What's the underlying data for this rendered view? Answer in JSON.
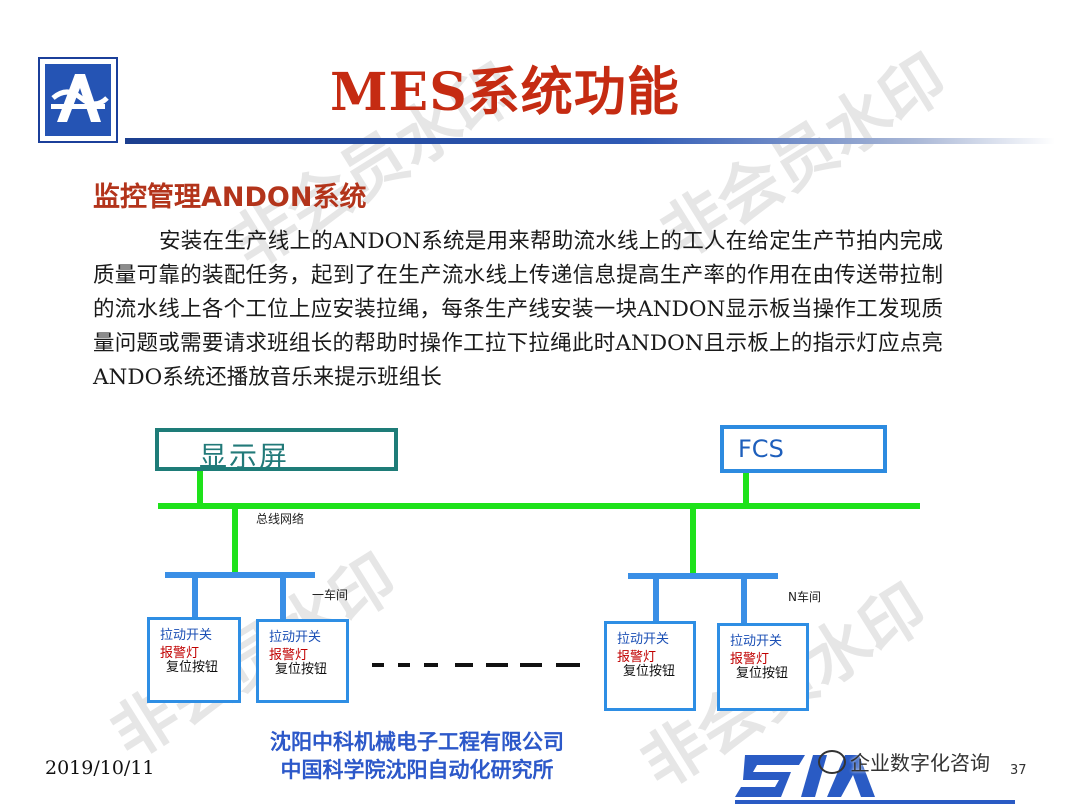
{
  "slide": {
    "title": "MES系统功能",
    "section_heading": "监控管理ANDON系统",
    "body_text": "安装在生产线上的ANDON系统是用来帮助流水线上的工人在给定生产节拍内完成质量可靠的装配任务，起到了在生产流水线上传递信息提高生产率的作用在由传送带拉制的流水线上各个工位上应安装拉绳，每条生产线安装一块ANDON显示板当操作工发现质量问题或需要请求班组长的帮助时操作工拉下拉绳此时ANDON且示板上的指示灯应点亮 ANDO系统还播放音乐来提示班组长"
  },
  "diagram": {
    "display_label": "显示屏",
    "fcs_label": "FCS",
    "bus_label": "总线网络",
    "workshop_1_label": "一车间",
    "workshop_n_label": "N车间",
    "stations": [
      {
        "line1": "拉动开关",
        "line2": "报警灯",
        "line3": "复位按钮"
      },
      {
        "line1": "拉动开关",
        "line2": "报警灯",
        "line3": "复位按钮"
      },
      {
        "line1": "拉动开关",
        "line2": "报警灯",
        "line3": "复位按钮"
      },
      {
        "line1": "拉动开关",
        "line2": "报警灯",
        "line3": "复位按钮"
      }
    ]
  },
  "footer": {
    "company_line1": "沈阳中科机械电子工程有限公司",
    "company_line2": "中国科学院沈阳自动化研究所",
    "date": "2019/10/11",
    "page_number": "37",
    "wechat_account": "企业数字化咨询"
  },
  "watermark_text": "非会员水印",
  "colors": {
    "title_red": "#c52b12",
    "heading_red": "#b3341b",
    "bus_green": "#1ee21a",
    "branch_blue": "#3a8fe6",
    "footer_blue": "#2c58c9"
  }
}
